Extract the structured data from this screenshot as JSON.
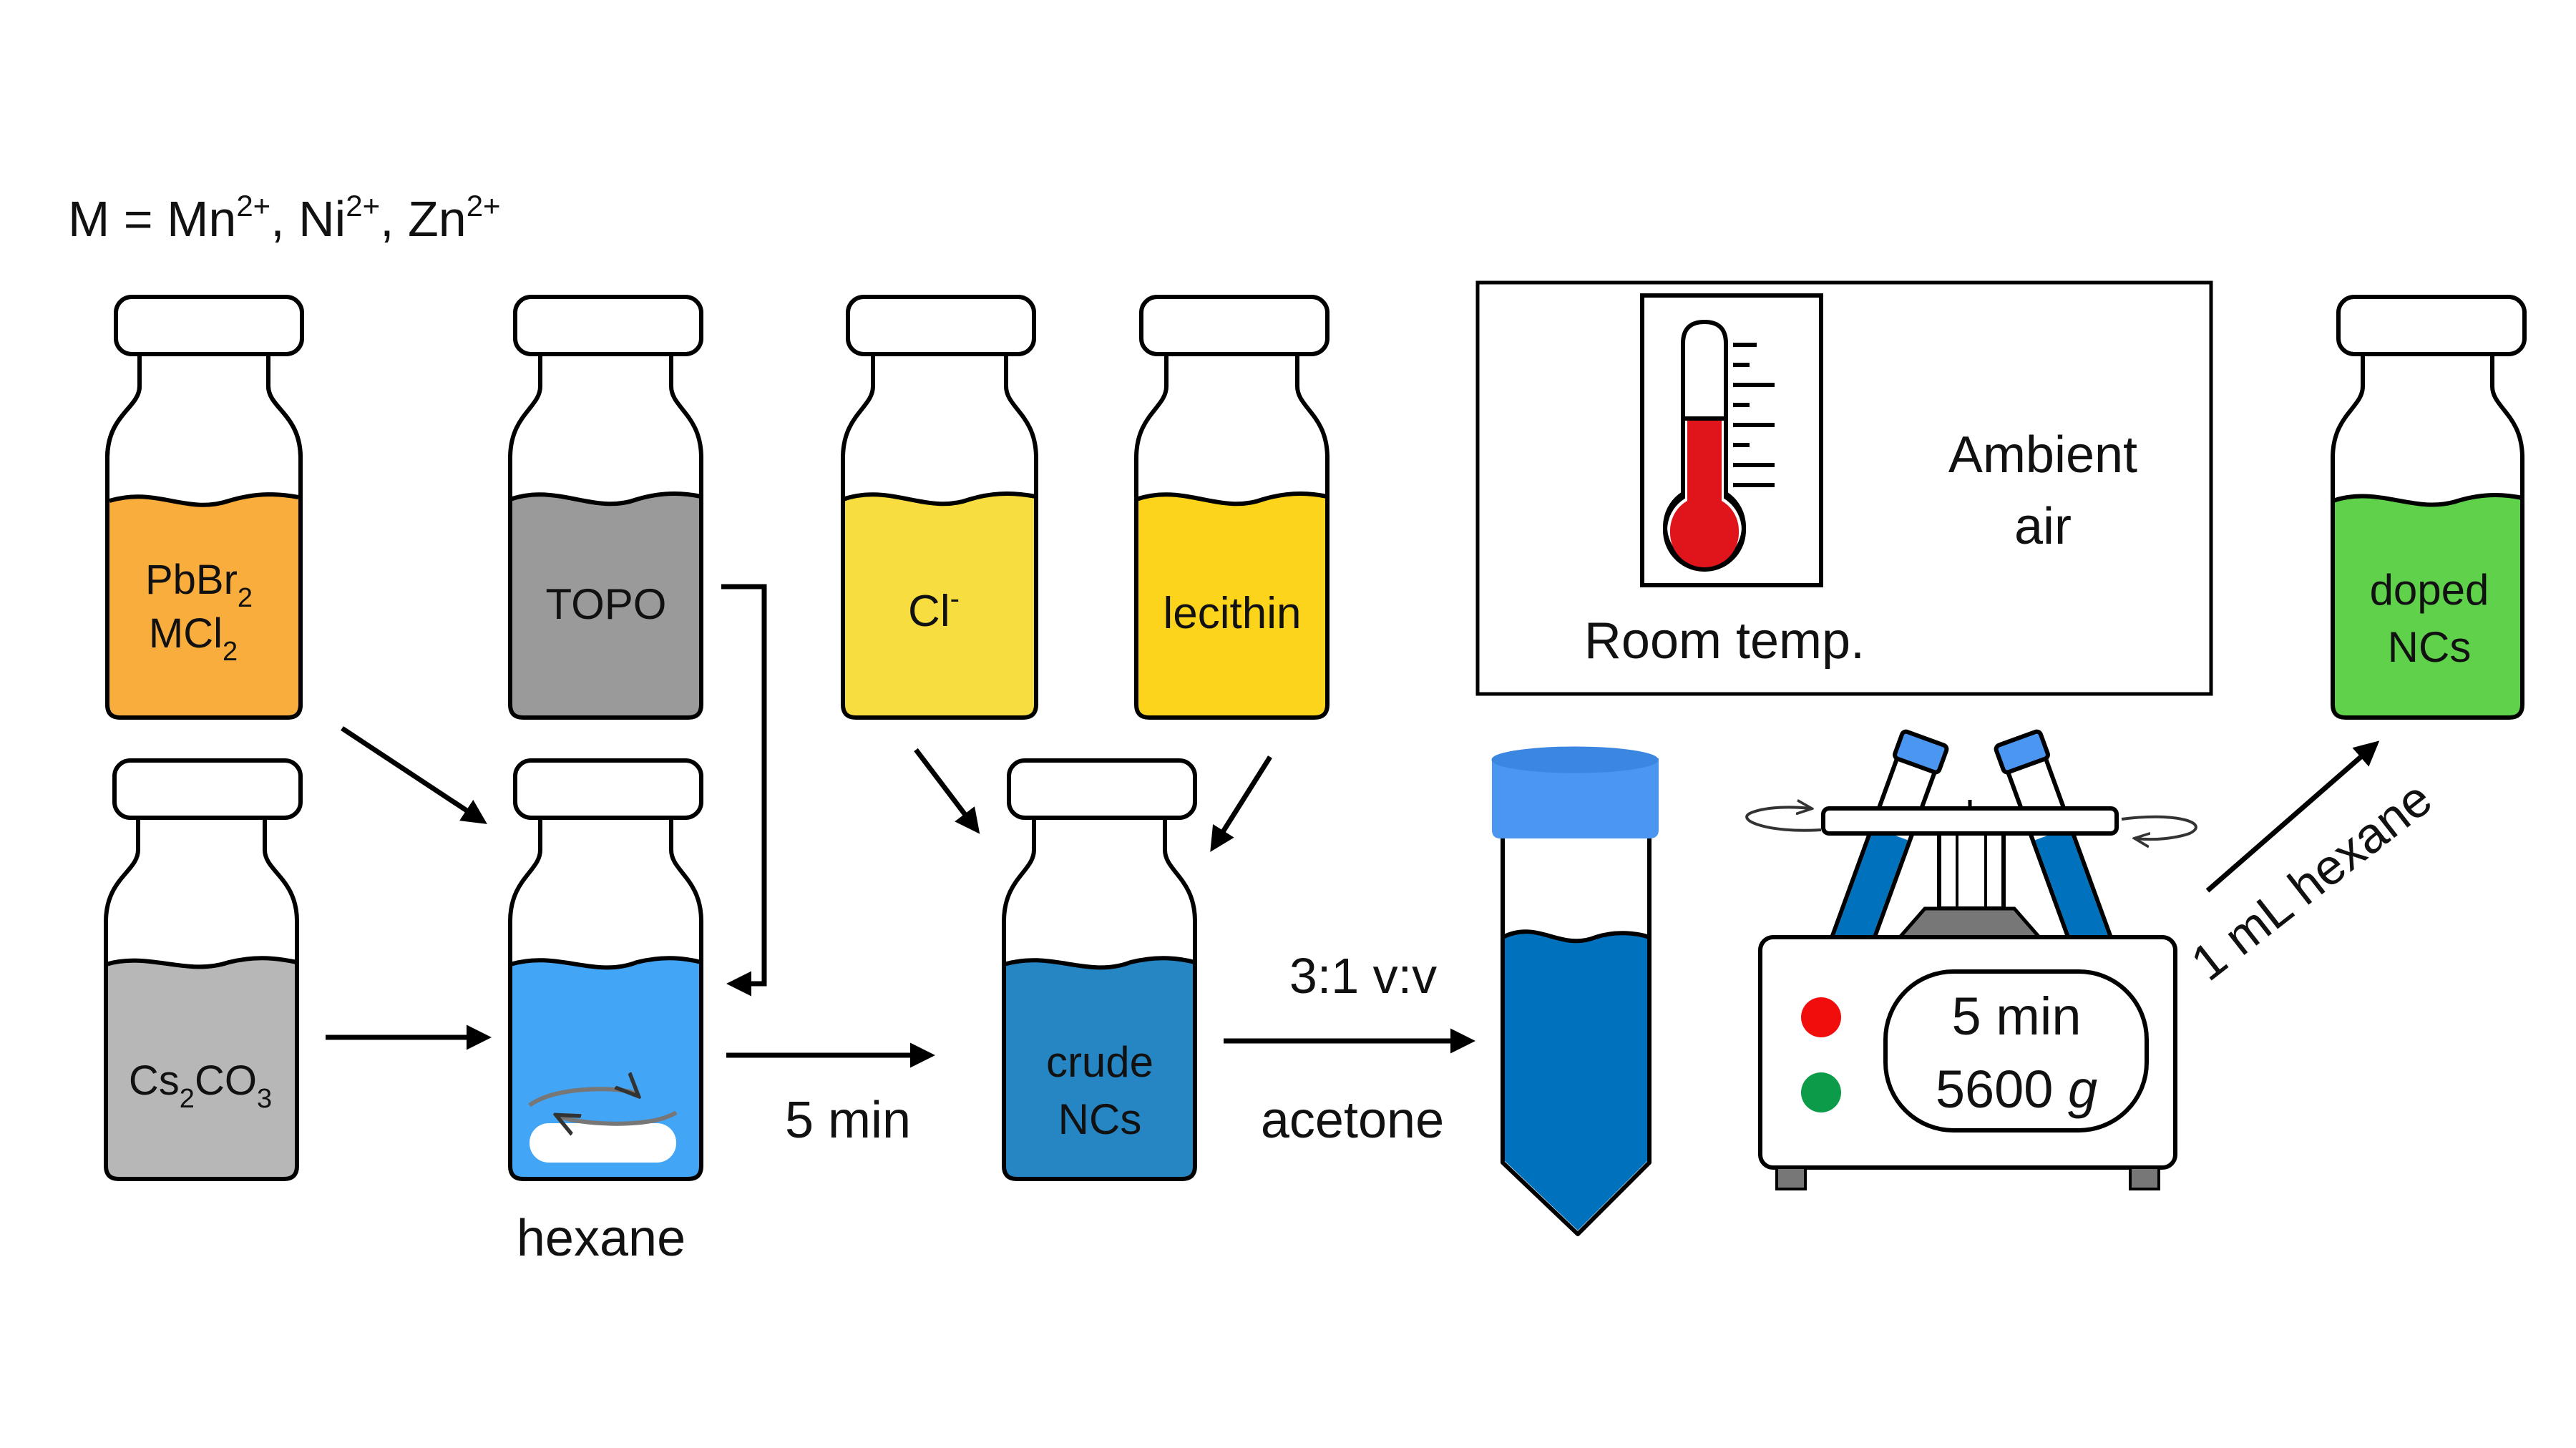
{
  "header": {
    "m_prefix": "M = Mn",
    "sup1": "2+",
    "sep1": ", Ni",
    "sup2": "2+",
    "sep2": ", Zn",
    "sup3": "2+"
  },
  "vials": {
    "precursor": {
      "line1_main": "PbBr",
      "line1_sub": "2",
      "line2_main": "MCl",
      "line2_sub": "2",
      "color": "#F9AD3D"
    },
    "cesium": {
      "main1": "Cs",
      "sub1": "2",
      "main2": "CO",
      "sub2": "3",
      "color": "#B7B7B7"
    },
    "topo": {
      "label": "TOPO",
      "color": "#9A9A9A"
    },
    "reaction": {
      "caption": "hexane",
      "color": "#42A5F5"
    },
    "chloride": {
      "main": "Cl",
      "sup": "-",
      "color": "#F7DD3F"
    },
    "lecithin": {
      "label": "lecithin",
      "color": "#FCD41C"
    },
    "crude": {
      "line1": "crude",
      "line2": "NCs",
      "color": "#2686C4"
    },
    "doped": {
      "line1": "doped",
      "line2": "NCs",
      "color": "#5FD14B"
    }
  },
  "steps": {
    "reaction_time": "5 min",
    "ratio": "3:1 v:v",
    "antisolvent": "acetone",
    "redisperse": "1 mL hexane"
  },
  "conditions": {
    "room_temp": "Room temp.",
    "ambient_line1": "Ambient",
    "ambient_line2": "air"
  },
  "centrifuge": {
    "time": "5 min",
    "speed": "5600",
    "unit": "g",
    "tube_color": "#0071BC",
    "cap_color": "#4A96F0"
  }
}
